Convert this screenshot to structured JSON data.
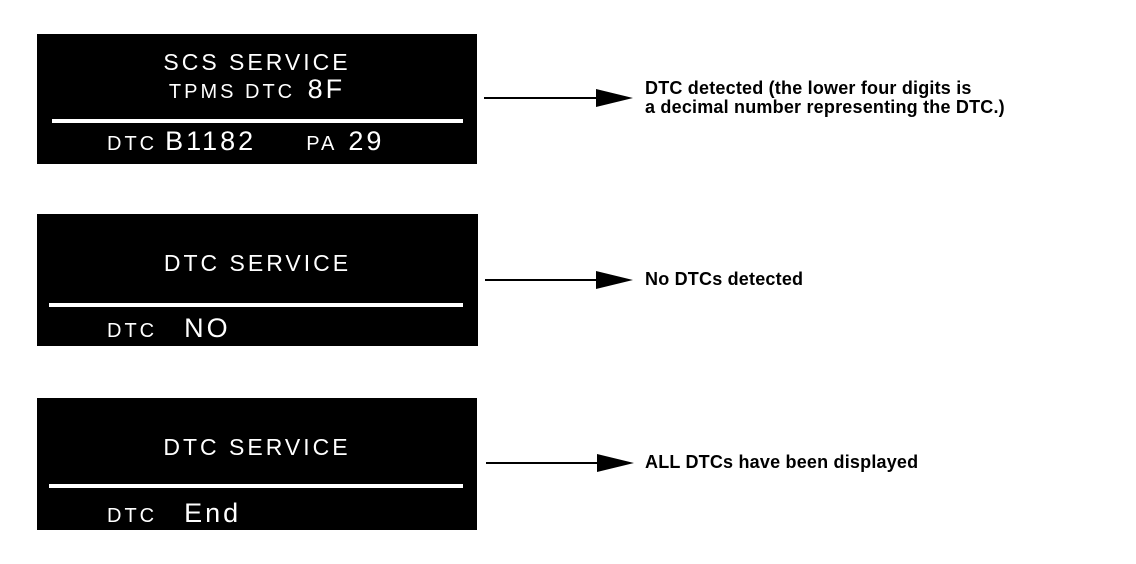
{
  "colors": {
    "page_bg": "#ffffff",
    "panel_bg": "#000000",
    "panel_text": "#ffffff",
    "annotation_text": "#000000"
  },
  "panels": {
    "scs": {
      "title": "SCS SERVICE",
      "line2_label": "TPMS DTC",
      "line2_value": "8F",
      "bottom_label1": "DTC",
      "bottom_value1": "B1182",
      "bottom_label2": "PA",
      "bottom_value2": "29"
    },
    "dtc_no": {
      "title": "DTC SERVICE",
      "bottom_label": "DTC",
      "bottom_value": "NO"
    },
    "dtc_end": {
      "title": "DTC SERVICE",
      "bottom_label": "DTC",
      "bottom_value": "End"
    }
  },
  "annotations": {
    "dtc_detected_line1": "DTC detected (the lower four digits is",
    "dtc_detected_line2": "a decimal number representing the DTC.)",
    "no_dtcs": "No DTCs detected",
    "all_dtcs": "ALL DTCs have been displayed"
  }
}
